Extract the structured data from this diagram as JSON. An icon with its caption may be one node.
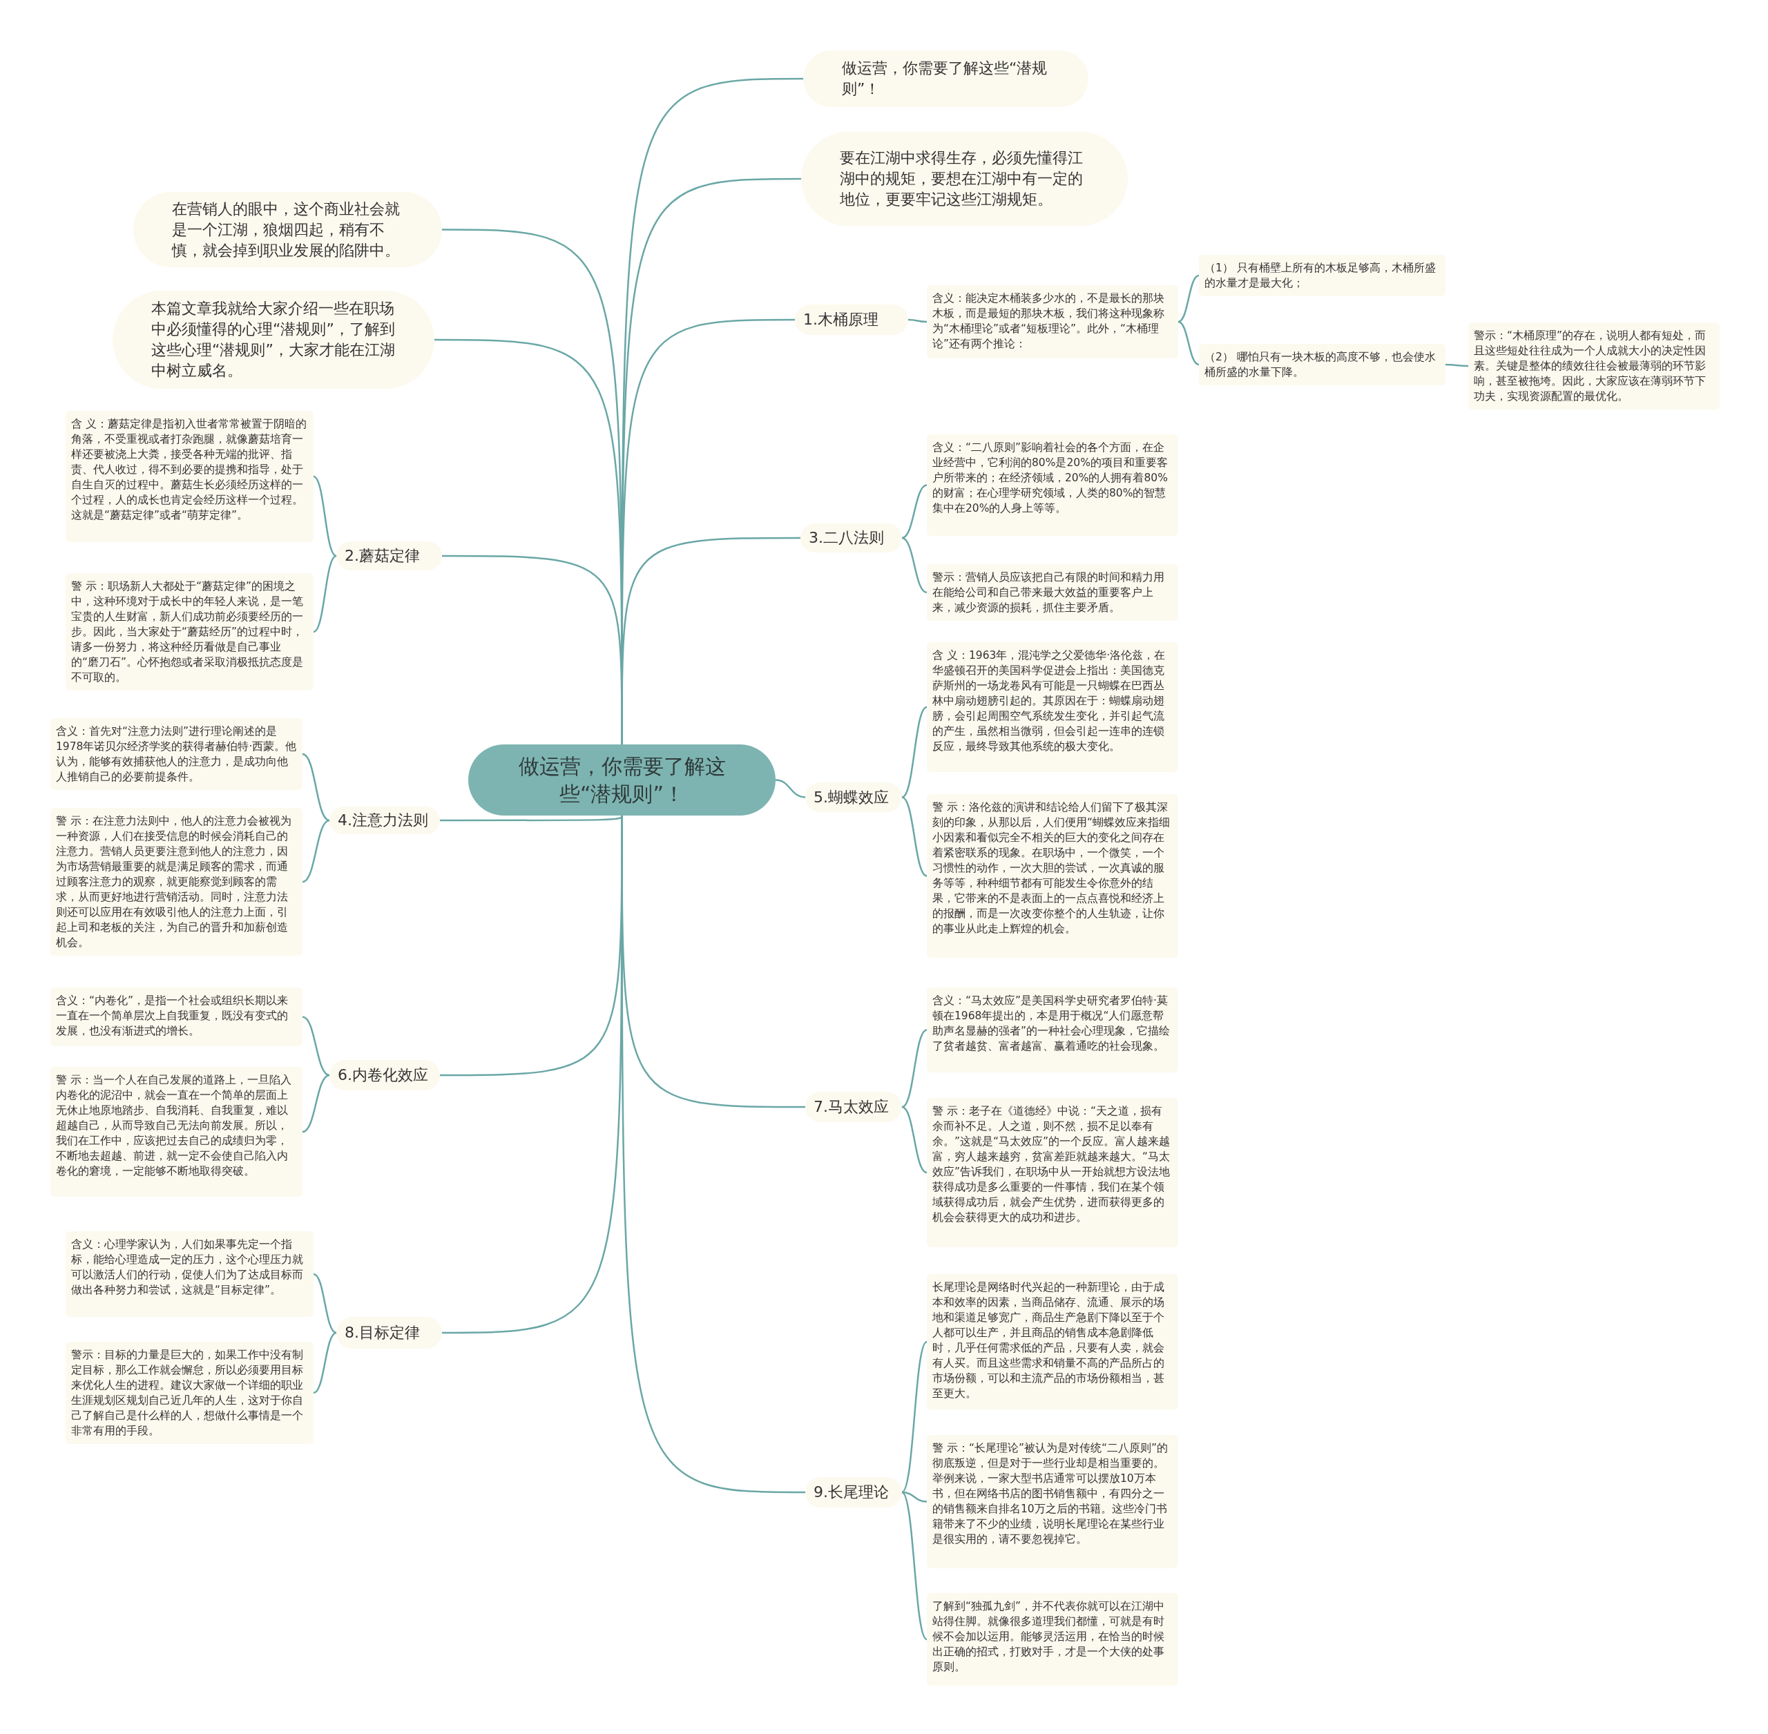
{
  "diagram": {
    "nodes": [
      {
        "text": [
          "做运营，你需要了解这些“潜规则”！"
        ]
      },
      {
        "text": [
          "做运营，你需要了解这些“潜规则”！"
        ]
      },
      {
        "text": [
          "要在江湖中求得生存，必须先懂得江湖中的规矩，要想在江湖中有一定的地位，更要牢记这些江湖规矩。"
        ]
      },
      {
        "text": [
          "在营销人的眼中，这个商业社会就是一个江湖，狼烟四起，稍有不慎，就会掉到职业发展的陷阱中。"
        ]
      },
      {
        "text": [
          "本篇文章我就给大家介绍一些在职场中必须懂得的心理“潜规则”，了解到这些心理“潜规则”，大家才能在江湖中树立威名。"
        ]
      },
      {
        "text": [
          "1.木桶原理"
        ]
      },
      {
        "text": [
          "含义：能决定木桶装多少水的，不是最长的那块木板，而是最短的那块木板，我们将这种现象称为“木桶理论”或者“短板理论”。此外，“木桶理论”还有两个推论："
        ]
      },
      {
        "text": [
          "（1） 只有桶壁上所有的木板足够高，木桶所盛的水量才是最大化；"
        ]
      },
      {
        "text": [
          "（2） 哪怕只有一块木板的高度不够，也会使水桶所盛的水量下降。"
        ]
      },
      {
        "text": [
          "警示：“木桶原理”的存在，说明人都有短处，而且这些短处往往成为一个人成就大小的决定性因素。关键是整体的绩效往往会被最薄弱的环节影响，甚至被拖垮。因此，大家应该在薄弱环节下功夫，实现资源配置的最优化。"
        ]
      },
      {
        "text": [
          "2.蘑菇定律"
        ]
      },
      {
        "text": [
          "含 义：蘑菇定律是指初入世者常常被置于阴暗的角落，不受重视或者打杂跑腿，就像蘑菇培育一样还要被浇上大粪，接受各种无端的批评、指责、代人收过，得不到必要的提携和指导，处于自生自灭的过程中。蘑菇生长必须经历这样的一个过程，人的成长也肯定会经历这样一个过程。这就是“蘑菇定律”或者“萌芽定律”。"
        ]
      },
      {
        "text": [
          "警 示：职场新人大都处于“蘑菇定律”的困境之中，这种环境对于成长中的年轻人来说，是一笔宝贵的人生财富，新人们成功前必须要经历的一步。因此，当大家处于“蘑菇经历”的过程中时，请多一份努力，将这种经历看做是自己事业的“磨刀石”。心怀抱怨或者采取消极抵抗态度是不可取的。"
        ]
      },
      {
        "text": [
          "3.二八法则"
        ]
      },
      {
        "text": [
          "含义：“二八原则”影响着社会的各个方面，在企业经营中，它利润的80%是20%的项目和重要客户所带来的；在经济领域，20%的人拥有着80%的财富；在心理学研究领域，人类的80%的智慧集中在20%的人身上等等。"
        ]
      },
      {
        "text": [
          "警示：营销人员应该把自己有限的时间和精力用在能给公司和自己带来最大效益的重要客户上来，减少资源的损耗，抓住主要矛盾。"
        ]
      },
      {
        "text": [
          "4.注意力法则"
        ]
      },
      {
        "text": [
          "含义：首先对“注意力法则”进行理论阐述的是1978年诺贝尔经济学奖的获得者赫伯特·西蒙。他认为，能够有效捕获他人的注意力，是成功向他人推销自己的必要前提条件。"
        ]
      },
      {
        "text": [
          "警 示：在注意力法则中，他人的注意力会被视为一种资源，人们在接受信息的时候会消耗自己的注意力。营销人员更要注意到他人的注意力，因为市场营销最重要的就是满足顾客的需求，而通过顾客注意力的观察，就更能察觉到顾客的需求，从而更好地进行营销活动。同时，注意力法则还可以应用在有效吸引他人的注意力上面，引起上司和老板的关注，为自己的晋升和加薪创造机会。"
        ]
      },
      {
        "text": [
          "5.蝴蝶效应"
        ]
      },
      {
        "text": [
          "含 义：1963年，混沌学之父爱德华·洛伦兹，在华盛顿召开的美国科学促进会上指出：美国德克萨斯州的一场龙卷风有可能是一只蝴蝶在巴西丛林中扇动翅膀引起的。其原因在于：蝴蝶扇动翅膀，会引起周围空气系统发生变化，并引起气流的产生，虽然相当微弱，但会引起一连串的连锁反应，最终导致其他系统的极大变化。"
        ]
      },
      {
        "text": [
          "警 示：洛伦兹的演讲和结论给人们留下了极其深刻的印象，从那以后，人们便用“蝴蝶效应来指细小因素和看似完全不相关的巨大的变化之间存在着紧密联系的现象。在职场中，一个微笑，一个习惯性的动作，一次大胆的尝试，一次真诚的服务等等，种种细节都有可能发生令你意外的结果，它带来的不是表面上的一点点喜悦和经济上的报酬，而是一次改变你整个的人生轨迹，让你的事业从此走上辉煌的机会。"
        ]
      },
      {
        "text": [
          "6.内卷化效应"
        ]
      },
      {
        "text": [
          "含义：“内卷化”，是指一个社会或组织长期以来一直在一个简单层次上自我重复，既没有变式的发展，也没有渐进式的增长。"
        ]
      },
      {
        "text": [
          "警 示：当一个人在自己发展的道路上，一旦陷入内卷化的泥沼中，就会一直在一个简单的层面上无休止地原地踏步、自我消耗、自我重复，难以超越自己，从而导致自己无法向前发展。所以，我们在工作中，应该把过去自己的成绩归为零，不断地去超越、前进，就一定不会使自己陷入内卷化的窘境，一定能够不断地取得突破。"
        ]
      },
      {
        "text": [
          "7.马太效应"
        ]
      },
      {
        "text": [
          "含义：“马太效应”是美国科学史研究者罗伯特·莫顿在1968年提出的，本是用于概况“人们愿意帮助声名显赫的强者”的一种社会心理现象，它描绘了贫者越贫、富者越富、赢着通吃的社会现象。"
        ]
      },
      {
        "text": [
          "警 示：老子在《道德经》中说：“天之道，损有余而补不足。人之道，则不然，损不足以奉有余。”这就是“马太效应”的一个反应。富人越来越富，穷人越来越穷，贫富差距就越来越大。“马太效应”告诉我们，在职场中从一开始就想方设法地获得成功是多么重要的一件事情，我们在某个领域获得成功后，就会产生优势，进而获得更多的机会会获得更大的成功和进步。"
        ]
      },
      {
        "text": [
          "8.目标定律"
        ]
      },
      {
        "text": [
          "含义：心理学家认为，人们如果事先定一个指标，能给心理造成一定的压力，这个心理压力就可以激活人们的行动，促使人们为了达成目标而做出各种努力和尝试，这就是“目标定律”。"
        ]
      },
      {
        "text": [
          "警示：目标的力量是巨大的，如果工作中没有制定目标，那么工作就会懈怠，所以必须要用目标来优化人生的进程。建议大家做一个详细的职业生涯规划区规划自己近几年的人生，这对于你自己了解自己是什么样的人，想做什么事情是一个非常有用的手段。"
        ]
      },
      {
        "text": [
          "9.长尾理论"
        ]
      },
      {
        "text": [
          "长尾理论是网络时代兴起的一种新理论，由于成本和效率的因素，当商品储存、流通、展示的场地和渠道足够宽广，商品生产急剧下降以至于个人都可以生产，并且商品的销售成本急剧降低时，几乎任何需求低的产品，只要有人卖，就会有人买。而且这些需求和销量不高的产品所占的市场份额，可以和主流产品的市场份额相当，甚至更大。"
        ]
      },
      {
        "text": [
          "警 示：“长尾理论”被认为是对传统“二八原则”的彻底叛逆，但是对于一些行业却是相当重要的。举例来说，一家大型书店通常可以摆放10万本书，但在网络书店的图书销售额中，有四分之一的销售额来自排名10万之后的书籍。这些冷门书籍带来了不少的业绩，说明长尾理论在某些行业是很实用的，请不要忽视掉它。"
        ]
      },
      {
        "text": [
          "了解到“独孤九剑”，并不代表你就可以在江湖中站得住脚。就像很多道理我们都懂，可就是有时候不会加以运用。能够灵活运用，在恰当的时候出正确的招式，打败对手，才是一个大侠的处事原则。"
        ]
      }
    ],
    "edges": [
      {
        "from": 0,
        "to": 1,
        "arrow": "none"
      },
      {
        "from": 0,
        "to": 2,
        "arrow": "none"
      },
      {
        "from": 0,
        "to": 3,
        "arrow": "none"
      },
      {
        "from": 0,
        "to": 4,
        "arrow": "none"
      },
      {
        "from": 0,
        "to": 5,
        "arrow": "none"
      },
      {
        "from": 5,
        "to": 6,
        "arrow": "none"
      },
      {
        "from": 6,
        "to": 7,
        "arrow": "none"
      },
      {
        "from": 6,
        "to": 8,
        "arrow": "none"
      },
      {
        "from": 8,
        "to": 9,
        "arrow": "none"
      },
      {
        "from": 0,
        "to": 10,
        "arrow": "none"
      },
      {
        "from": 10,
        "to": 11,
        "arrow": "none"
      },
      {
        "from": 10,
        "to": 12,
        "arrow": "none"
      },
      {
        "from": 0,
        "to": 13,
        "arrow": "none"
      },
      {
        "from": 13,
        "to": 14,
        "arrow": "none"
      },
      {
        "from": 13,
        "to": 15,
        "arrow": "none"
      },
      {
        "from": 0,
        "to": 16,
        "arrow": "none"
      },
      {
        "from": 16,
        "to": 17,
        "arrow": "none"
      },
      {
        "from": 16,
        "to": 18,
        "arrow": "none"
      },
      {
        "from": 0,
        "to": 19,
        "arrow": "none"
      },
      {
        "from": 19,
        "to": 20,
        "arrow": "none"
      },
      {
        "from": 19,
        "to": 21,
        "arrow": "none"
      },
      {
        "from": 0,
        "to": 22,
        "arrow": "none"
      },
      {
        "from": 22,
        "to": 23,
        "arrow": "none"
      },
      {
        "from": 22,
        "to": 24,
        "arrow": "none"
      },
      {
        "from": 0,
        "to": 25,
        "arrow": "none"
      },
      {
        "from": 25,
        "to": 26,
        "arrow": "none"
      },
      {
        "from": 25,
        "to": 27,
        "arrow": "none"
      },
      {
        "from": 0,
        "to": 28,
        "arrow": "none"
      },
      {
        "from": 28,
        "to": 29,
        "arrow": "none"
      },
      {
        "from": 28,
        "to": 30,
        "arrow": "none"
      },
      {
        "from": 0,
        "to": 31,
        "arrow": "none"
      },
      {
        "from": 31,
        "to": 32,
        "arrow": "none"
      },
      {
        "from": 31,
        "to": 33,
        "arrow": "none"
      },
      {
        "from": 31,
        "to": 34,
        "arrow": "none"
      }
    ]
  }
}
